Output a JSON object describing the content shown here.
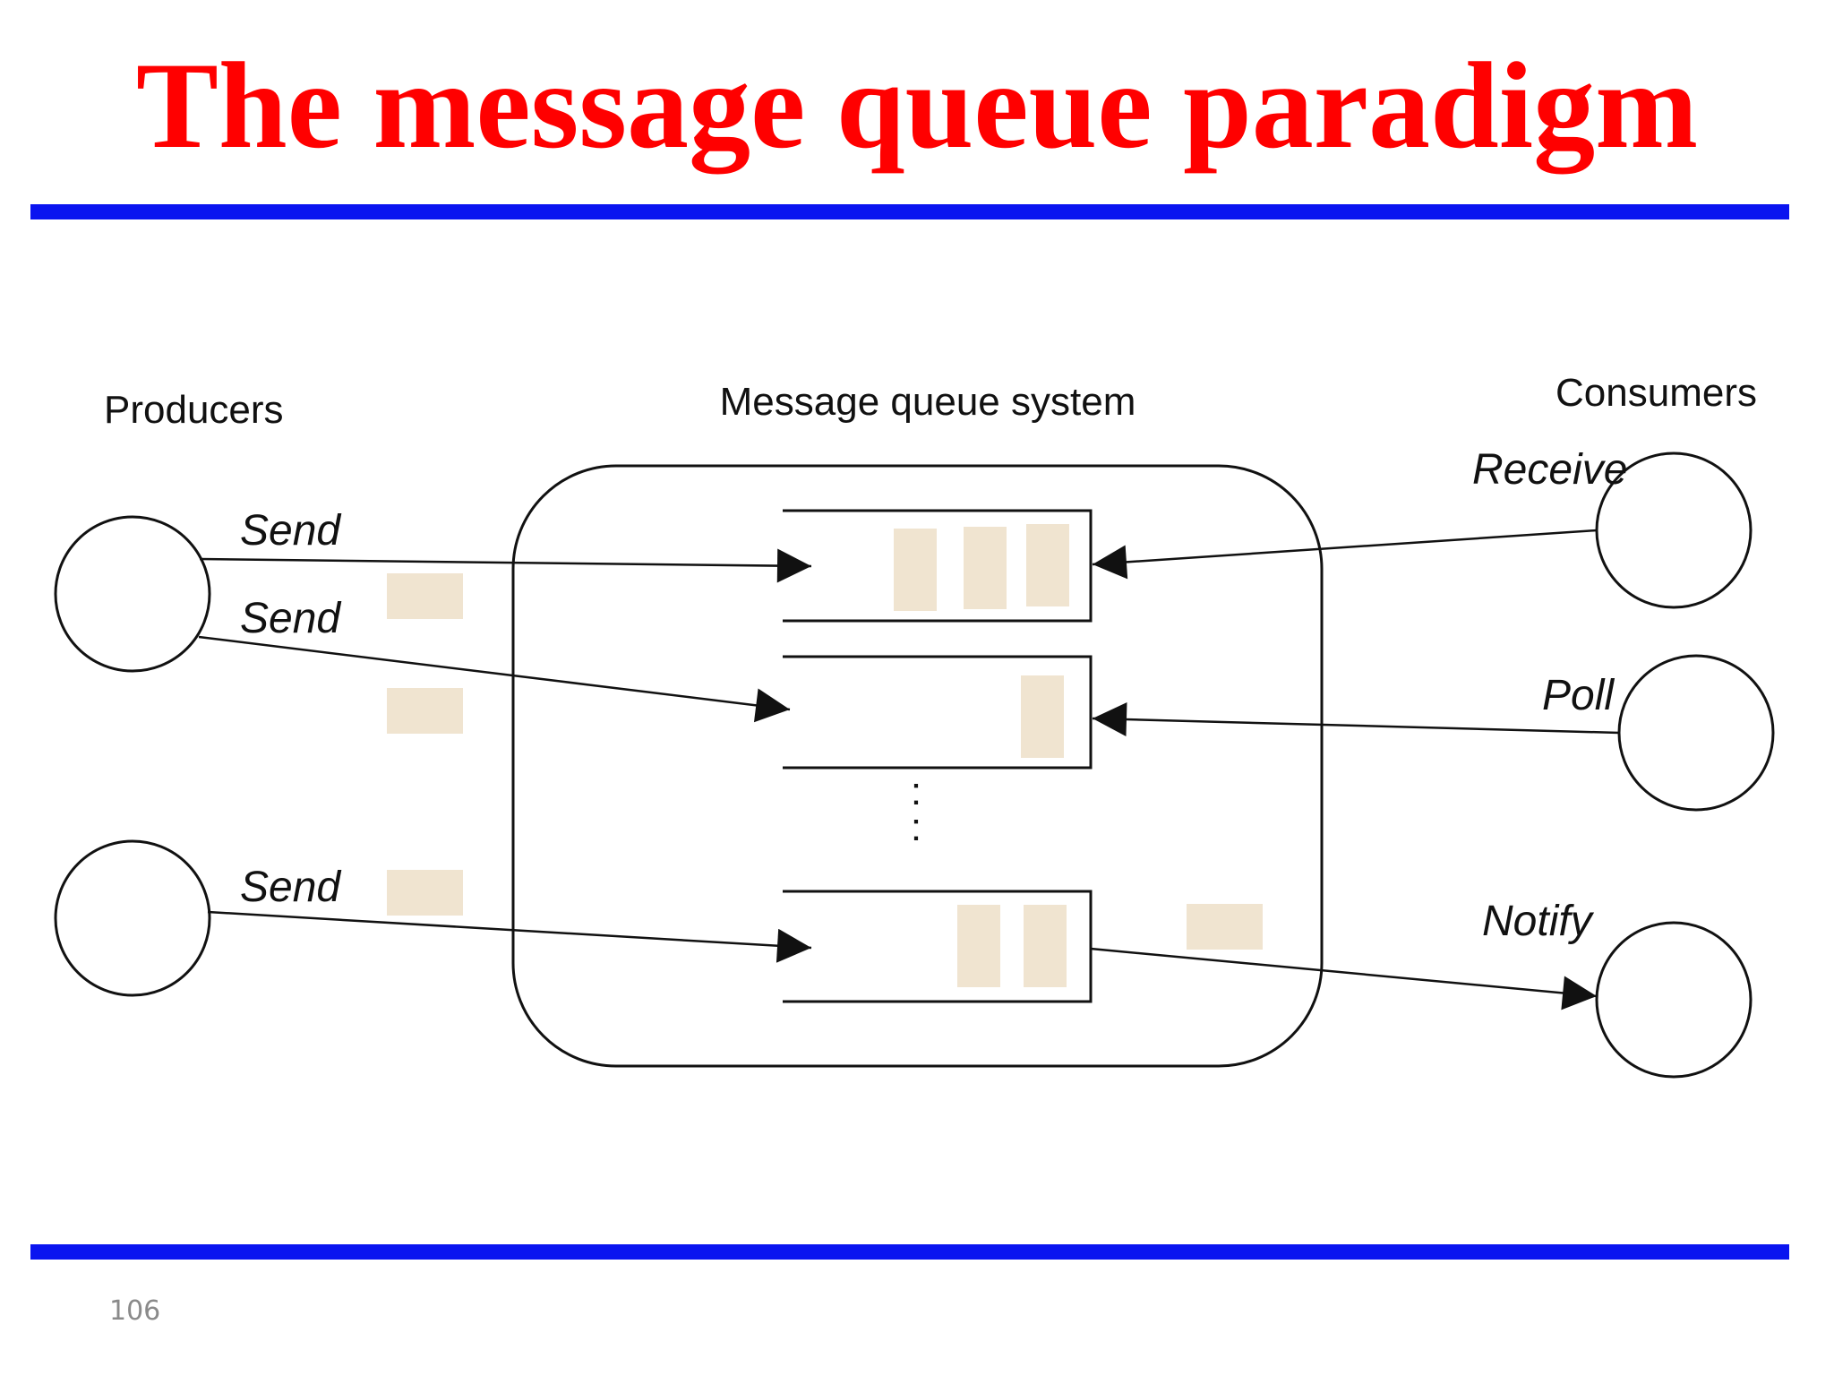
{
  "slide": {
    "title": "The message queue paradigm",
    "page_number": "106",
    "colors": {
      "title": "#ff0000",
      "rule": "#0a14f0",
      "message_block": "#f0e4d0",
      "stroke": "#111111"
    }
  },
  "diagram": {
    "headings": {
      "producers": "Producers",
      "system": "Message queue system",
      "consumers": "Consumers"
    },
    "labels": {
      "send_1": "Send",
      "send_2": "Send",
      "send_3": "Send",
      "receive": "Receive",
      "poll": "Poll",
      "notify": "Notify"
    },
    "continuation_dots": ":"
  }
}
